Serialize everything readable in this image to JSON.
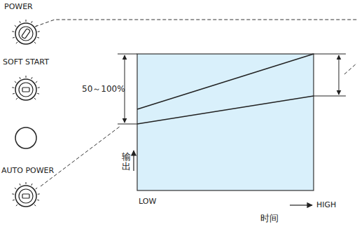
{
  "diagram": {
    "labels": [
      "POWER",
      "SOFT START",
      "AUTO POWER",
      "50～100%",
      "输出",
      "LOW",
      "HIGH",
      "时间"
    ]
  }
}
